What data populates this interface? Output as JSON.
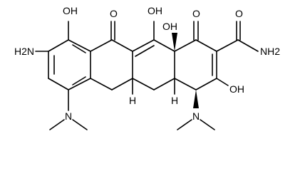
{
  "diagram": {
    "type": "chemical-structure",
    "atom_labels": {
      "oh_top_left": "OH",
      "o_top_ketone": "O",
      "oh_top_mid": "OH",
      "oh_fusion": "OH",
      "o_right_ketone": "O",
      "o_amide": "O",
      "nh2_left": "H2N",
      "nh2_amide": "NH2",
      "oh_right": "OH",
      "n_left": "N",
      "n_right": "N",
      "h_stereo_1": "H",
      "h_stereo_2": "H"
    },
    "colors": {
      "bond": "#000000",
      "background": "#ffffff"
    }
  }
}
